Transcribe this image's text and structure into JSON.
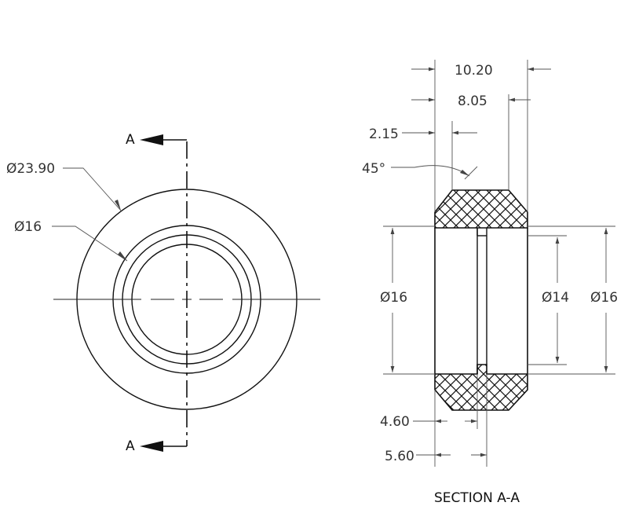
{
  "front_view": {
    "section_label_top": "A",
    "section_label_bottom": "A",
    "dims": {
      "outer_diameter": "Ø23.90",
      "inner_diameter": "Ø16"
    }
  },
  "section_view": {
    "title": "SECTION A-A",
    "dims": {
      "overall_width": "10.20",
      "groove_width": "8.05",
      "chamfer_width": "2.15",
      "chamfer_angle": "45°",
      "left_bore": "Ø16",
      "right_bore": "Ø14",
      "outer_bore": "Ø16",
      "step_depth_a": "4.60",
      "step_depth_b": "5.60"
    }
  },
  "colors": {
    "line": "#111111",
    "text": "#333333",
    "background": "#ffffff"
  }
}
